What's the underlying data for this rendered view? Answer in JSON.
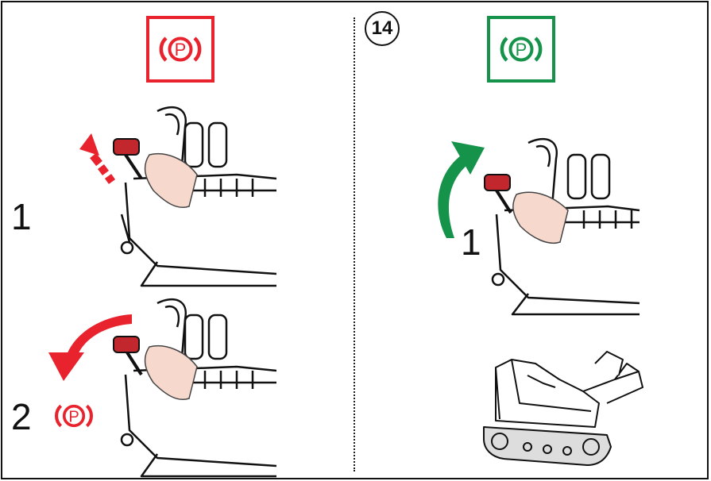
{
  "page": {
    "step_number": "14",
    "colors": {
      "engage": "#e8232d",
      "release": "#16934a",
      "line": "#111111"
    }
  },
  "left_panel": {
    "icon": "parking-brake-icon",
    "step_1_label": "1",
    "step_2_label": "2"
  },
  "right_panel": {
    "icon": "parking-brake-icon",
    "step_1_label": "1",
    "machine_icon": "tracked-dumper-icon"
  }
}
